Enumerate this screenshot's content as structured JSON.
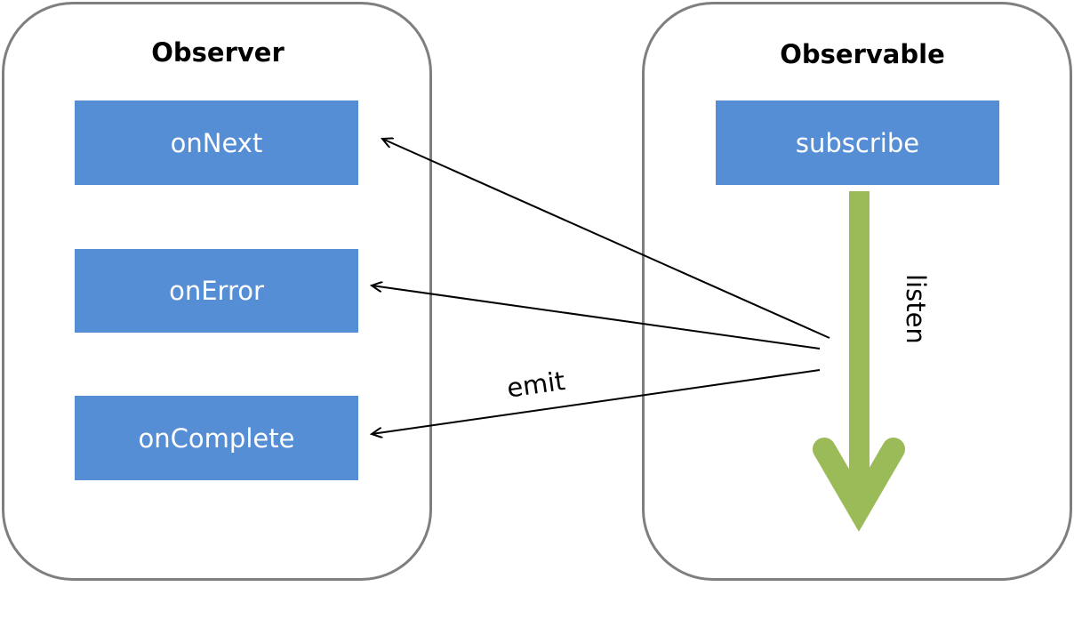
{
  "observer": {
    "title": "Observer",
    "methods": {
      "on_next": "onNext",
      "on_error": "onError",
      "on_complete": "onComplete"
    }
  },
  "observable": {
    "title": "Observable",
    "subscribe": "subscribe"
  },
  "labels": {
    "emit": "emit",
    "listen": "listen"
  },
  "colors": {
    "box_fill": "#558ed5",
    "panel_border": "#7f7f7f",
    "listen_arrow": "#9bbb59",
    "emit_arrows": "#000000"
  }
}
